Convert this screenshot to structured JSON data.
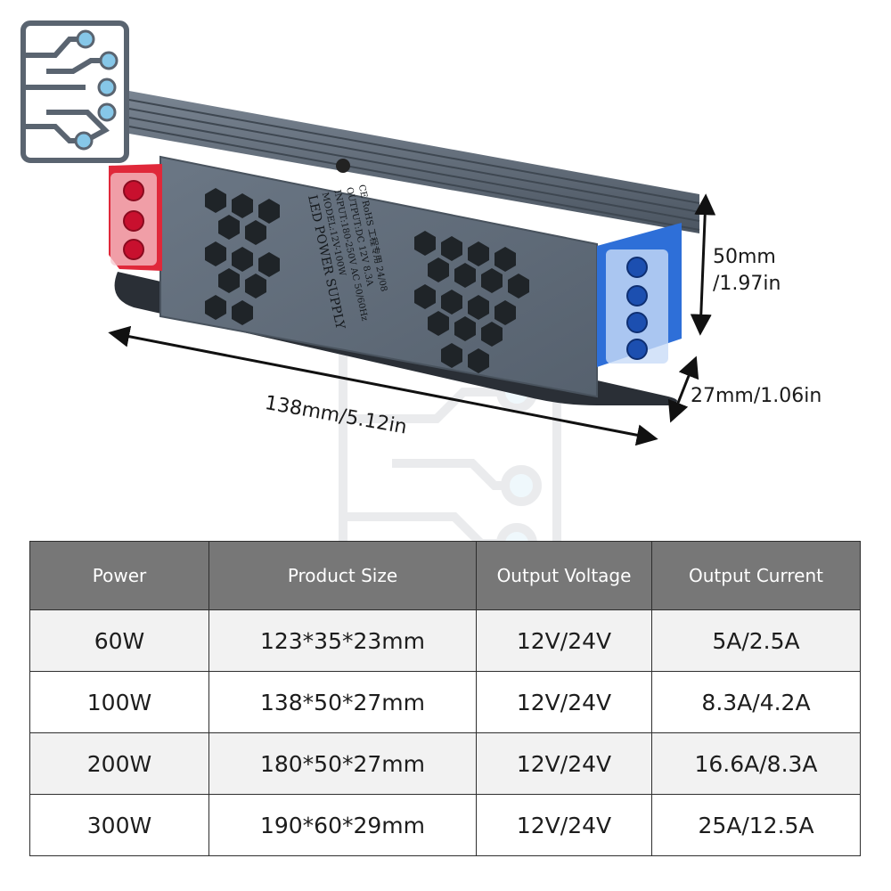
{
  "dimensions": {
    "width_label": "138mm/5.12in",
    "height_label_line1": "50mm",
    "height_label_line2": "/1.97in",
    "depth_label": "27mm/1.06in"
  },
  "device_label": {
    "line1": "LED POWER SUPPLY",
    "line2": "MODEL:12V-100W",
    "line3": "INPUT:180-250V AC 50/60Hz",
    "line4": "OUTPUT:DC 12V 8.3A",
    "line5": "CE RoHS 工程专用 24/08"
  },
  "specs_table": {
    "headers": [
      "Power",
      "Product Size",
      "Output Voltage",
      "Output Current"
    ],
    "rows": [
      [
        "60W",
        "123*35*23mm",
        "12V/24V",
        "5A/2.5A"
      ],
      [
        "100W",
        "138*50*27mm",
        "12V/24V",
        "8.3A/4.2A"
      ],
      [
        "200W",
        "180*50*27mm",
        "12V/24V",
        "16.6A/8.3A"
      ],
      [
        "300W",
        "190*60*29mm",
        "12V/24V",
        "25A/12.5A"
      ]
    ]
  },
  "colors": {
    "housing": "#5e6a78",
    "terminal_red": "#e0283a",
    "terminal_blue": "#2e6fd8",
    "header_bg": "#777777",
    "logo_blue": "#86c7e8",
    "logo_gray": "#5a6470"
  }
}
